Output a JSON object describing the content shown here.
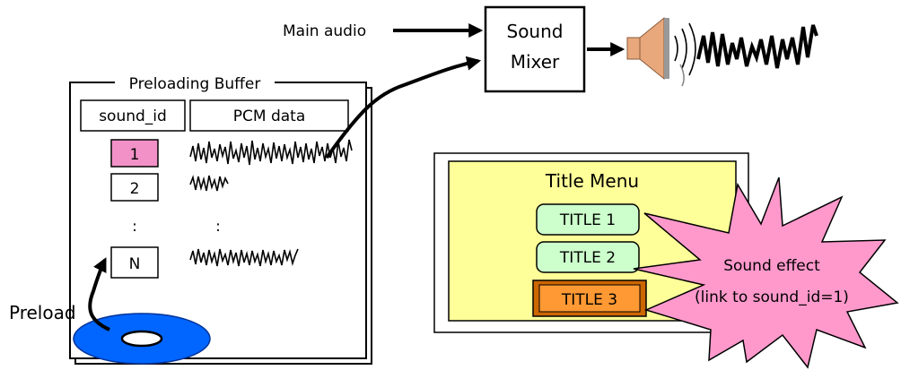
{
  "main_audio": {
    "label": "Main audio"
  },
  "sound_mixer": {
    "line1": "Sound",
    "line2": "Mixer"
  },
  "buffer": {
    "title": "Preloading Buffer",
    "col_id": "sound_id",
    "col_pcm": "PCM data",
    "rows": [
      {
        "id": "1",
        "highlight": "#f291c7"
      },
      {
        "id": "2",
        "highlight": "#ffffff"
      },
      {
        "id": ":",
        "pcm": ":"
      },
      {
        "id": "N",
        "highlight": "#ffffff"
      }
    ]
  },
  "preload": {
    "label": "Preload"
  },
  "title_menu": {
    "title": "Title Menu",
    "buttons": [
      {
        "label": "TITLE 1",
        "state": "normal",
        "color": "#ccffcc"
      },
      {
        "label": "TITLE 2",
        "state": "normal",
        "color": "#ccffcc"
      },
      {
        "label": "TITLE 3",
        "state": "selected",
        "color": "#ff9933"
      }
    ],
    "background": "#ffff99"
  },
  "sound_effect": {
    "line1": "Sound effect",
    "line2": "(link to sound_id=1)",
    "color": "#ff99cc"
  },
  "icons": {
    "disc": "disc-icon",
    "speaker": "speaker-icon"
  },
  "colors": {
    "disc": "#0066ff",
    "speaker": "#e8a87c"
  }
}
